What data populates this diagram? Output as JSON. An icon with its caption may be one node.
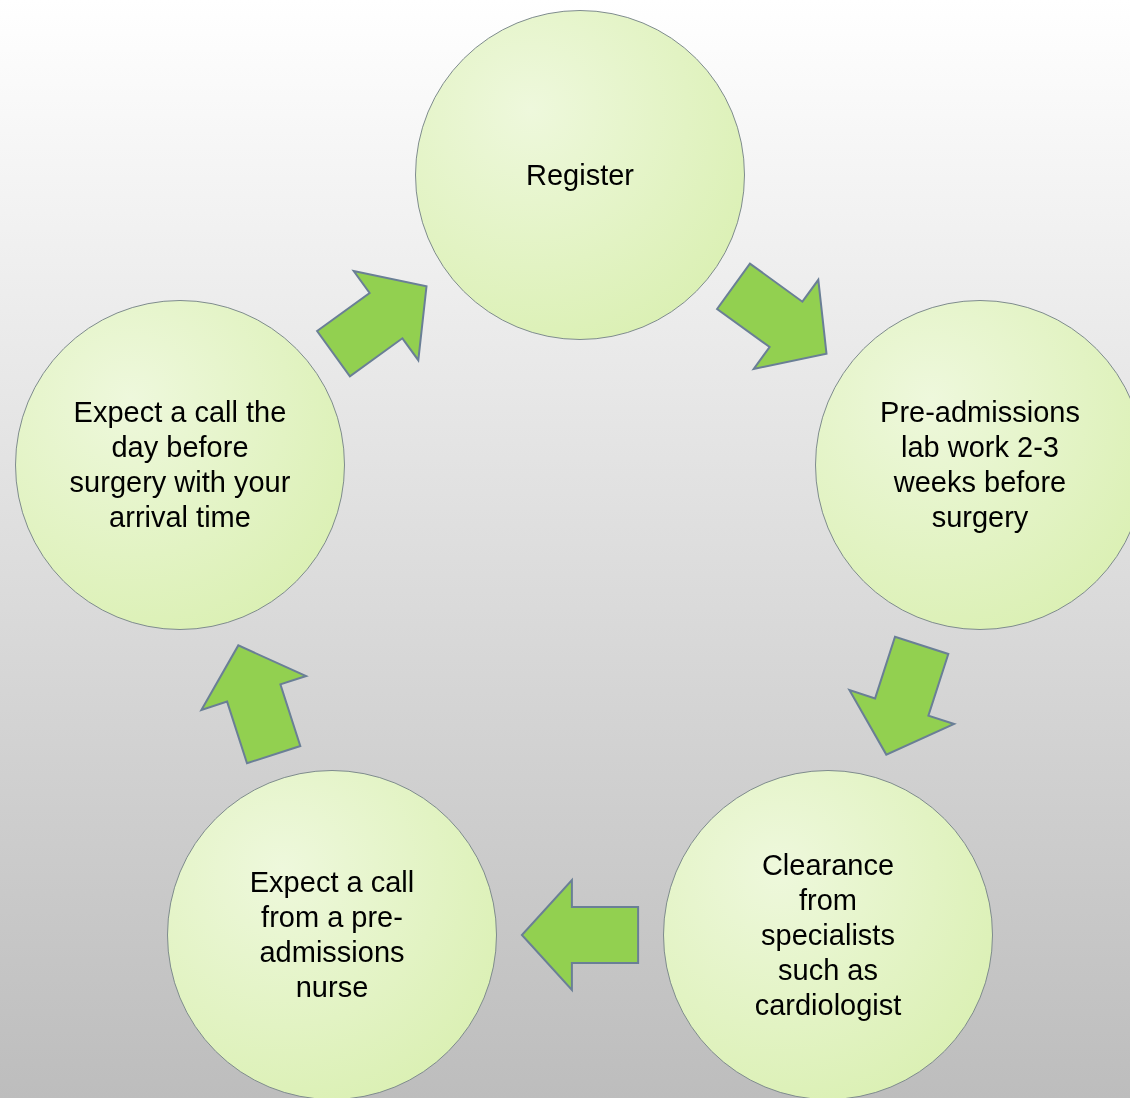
{
  "diagram": {
    "nodes": [
      {
        "text": [
          "Register"
        ]
      },
      {
        "text": [
          "Pre-admissions lab work 2-3 weeks before surgery"
        ]
      },
      {
        "text": [
          "Clearance from specialists such as cardiologist"
        ]
      },
      {
        "text": [
          "Expect a call from a pre-admissions nurse"
        ]
      },
      {
        "text": [
          "Expect a call the day before surgery with your arrival time"
        ]
      }
    ],
    "edges": [
      {
        "from": 0,
        "to": 1,
        "arrow": "to"
      },
      {
        "from": 1,
        "to": 2,
        "arrow": "to"
      },
      {
        "from": 2,
        "to": 3,
        "arrow": "to"
      },
      {
        "from": 3,
        "to": 4,
        "arrow": "to"
      },
      {
        "from": 4,
        "to": 0,
        "arrow": "to"
      }
    ]
  }
}
